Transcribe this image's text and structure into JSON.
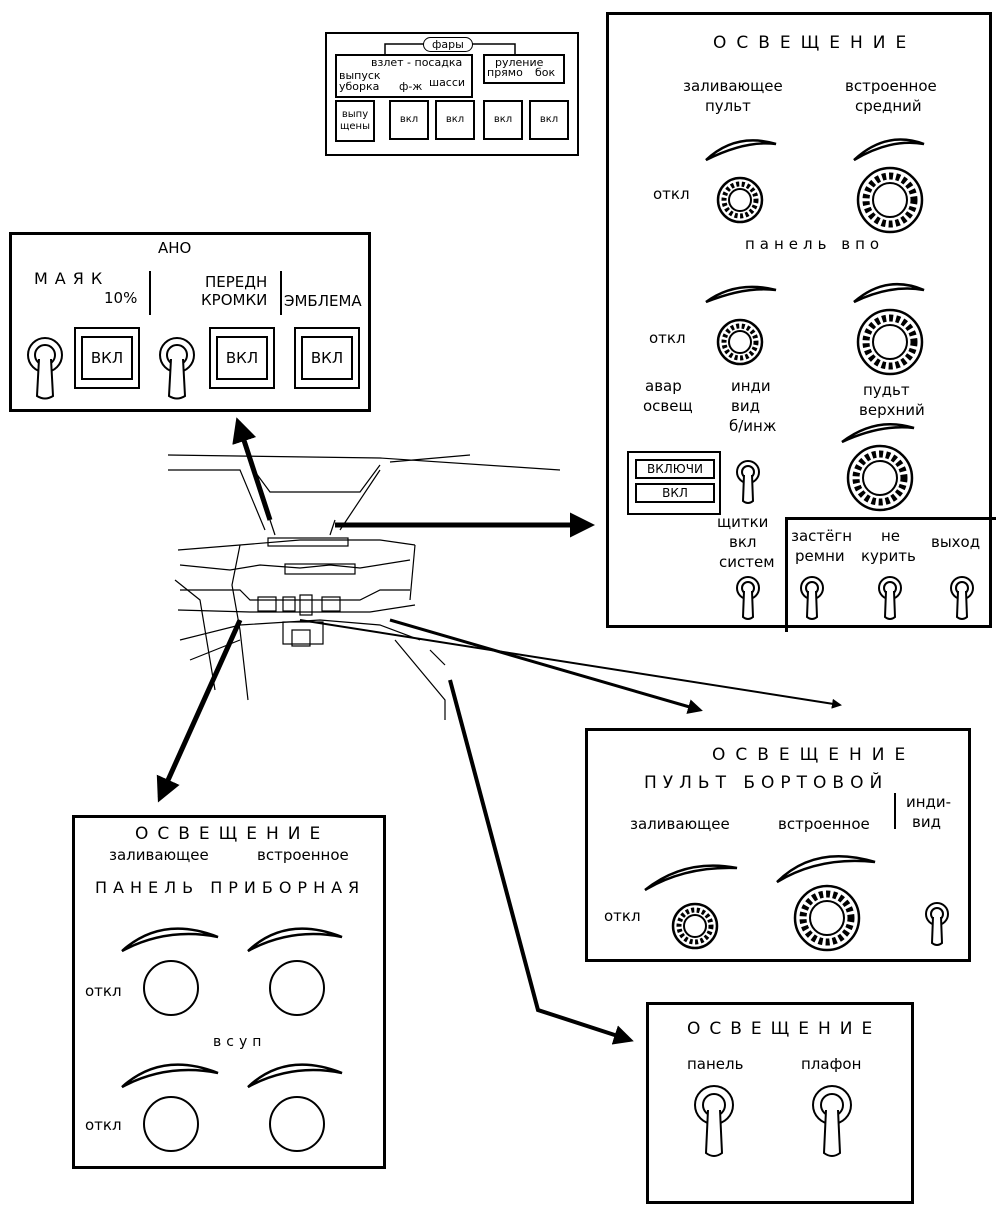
{
  "headlights": {
    "header": "фары",
    "takeoff_landing": "взлет - посадка",
    "extend": "выпуск",
    "retract": "уборка",
    "fzh": "ф-ж",
    "gear": "шасси",
    "taxi": "руление",
    "straight": "прямо",
    "side": "бок",
    "extended_line1": "выпу",
    "extended_line2": "щены",
    "btn_on": "вкл"
  },
  "ano": {
    "title": "АНО",
    "beacon": "МАЯК",
    "pct": "10%",
    "leading_line1": "ПЕРЕДН",
    "leading_line2": "КРОМКИ",
    "emblem": "ЭМБЛЕМА",
    "btn_on": "ВКЛ"
  },
  "overhead": {
    "title": "ОСВЕЩЕНИЕ",
    "flood_line1": "заливающее",
    "flood_line2": "пульт",
    "integral_line1": "встроенное",
    "integral_line2": "средний",
    "off": "откл",
    "vpo_panel": "панель впо",
    "emerg_line1": "авар",
    "emerg_line2": "освещ",
    "indiv_line1": "инди",
    "indiv_line2": "вид",
    "indiv_line3": "б/инж",
    "upper_line1": "пудьт",
    "upper_line2": "верхний",
    "enable": "ВКЛЮЧИ",
    "on": "ВКЛ",
    "shields_line1": "щитки",
    "shields_line2": "вкл",
    "shields_line3": "систем",
    "seatbelt_line1": "застёгн",
    "seatbelt_line2": "ремни",
    "nosmoke_line1": "не",
    "nosmoke_line2": "курить",
    "exit": "выход"
  },
  "side_console": {
    "title": "ОСВЕЩЕНИЕ",
    "subtitle": "ПУЛЬТ БОРТОВОЙ",
    "flood": "заливающее",
    "integral": "встроенное",
    "indiv_line1": "инди-",
    "indiv_line2": "вид",
    "off": "откл"
  },
  "instrument": {
    "title": "ОСВЕЩЕНИЕ",
    "flood": "заливающее",
    "integral": "встроенное",
    "subtitle": "ПАНЕЛЬ ПРИБОРНАЯ",
    "off": "откл",
    "vsup": "всуп"
  },
  "panel_small": {
    "title": "ОСВЕЩЕНИЕ",
    "panel": "панель",
    "ceiling": "плафон"
  }
}
